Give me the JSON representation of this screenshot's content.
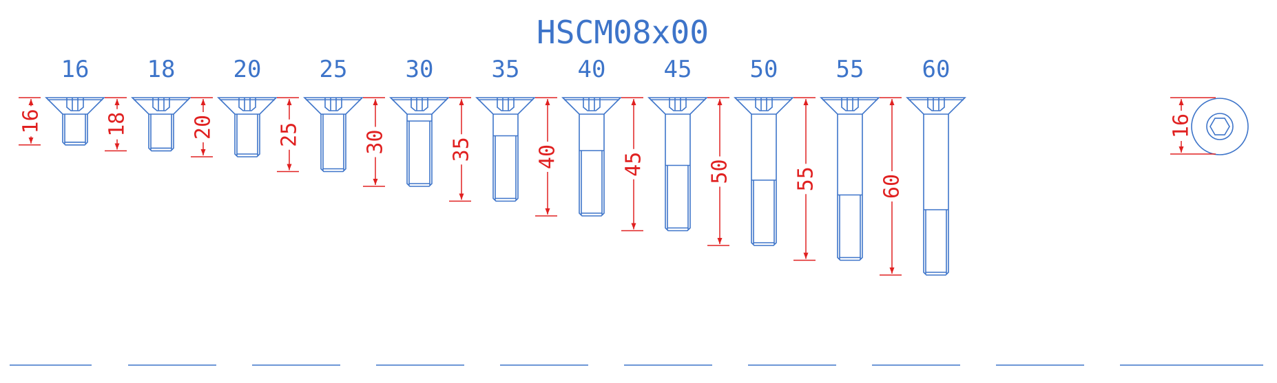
{
  "title": "HSCM08x00",
  "colors": {
    "part": "#3d74c9",
    "dimension": "#e02020",
    "background": "#ffffff"
  },
  "lengths": [
    "16",
    "18",
    "20",
    "25",
    "30",
    "35",
    "40",
    "45",
    "50",
    "55",
    "60"
  ],
  "dimension_labels": [
    "16",
    "18",
    "20",
    "25",
    "30",
    "35",
    "40",
    "45",
    "50",
    "55",
    "60"
  ],
  "head_view_dimension": "16",
  "head_view_icon": "hex-socket-icon"
}
